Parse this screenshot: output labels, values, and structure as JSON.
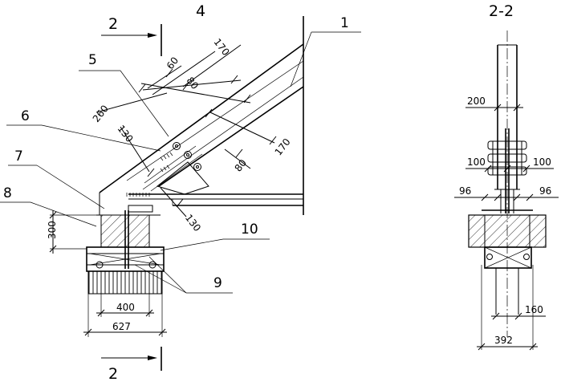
{
  "title_main": "4",
  "title_section": "2-2",
  "section_marker": "2",
  "callouts": [
    "1",
    "5",
    "6",
    "7",
    "8",
    "10",
    "9"
  ],
  "dims_left": {
    "d60": "60",
    "d170_top": "170",
    "d80_top": "80",
    "d260": "260",
    "d130_a": "130",
    "d170_right": "170",
    "d80_right": "80",
    "d130_b": "130",
    "d300": "300",
    "d400": "400",
    "d627": "627"
  },
  "dims_right": {
    "d200": "200",
    "d100_left": "100",
    "d100_right": "100",
    "d96_left": "96",
    "d96_right": "96",
    "d160": "160",
    "d392": "392"
  }
}
